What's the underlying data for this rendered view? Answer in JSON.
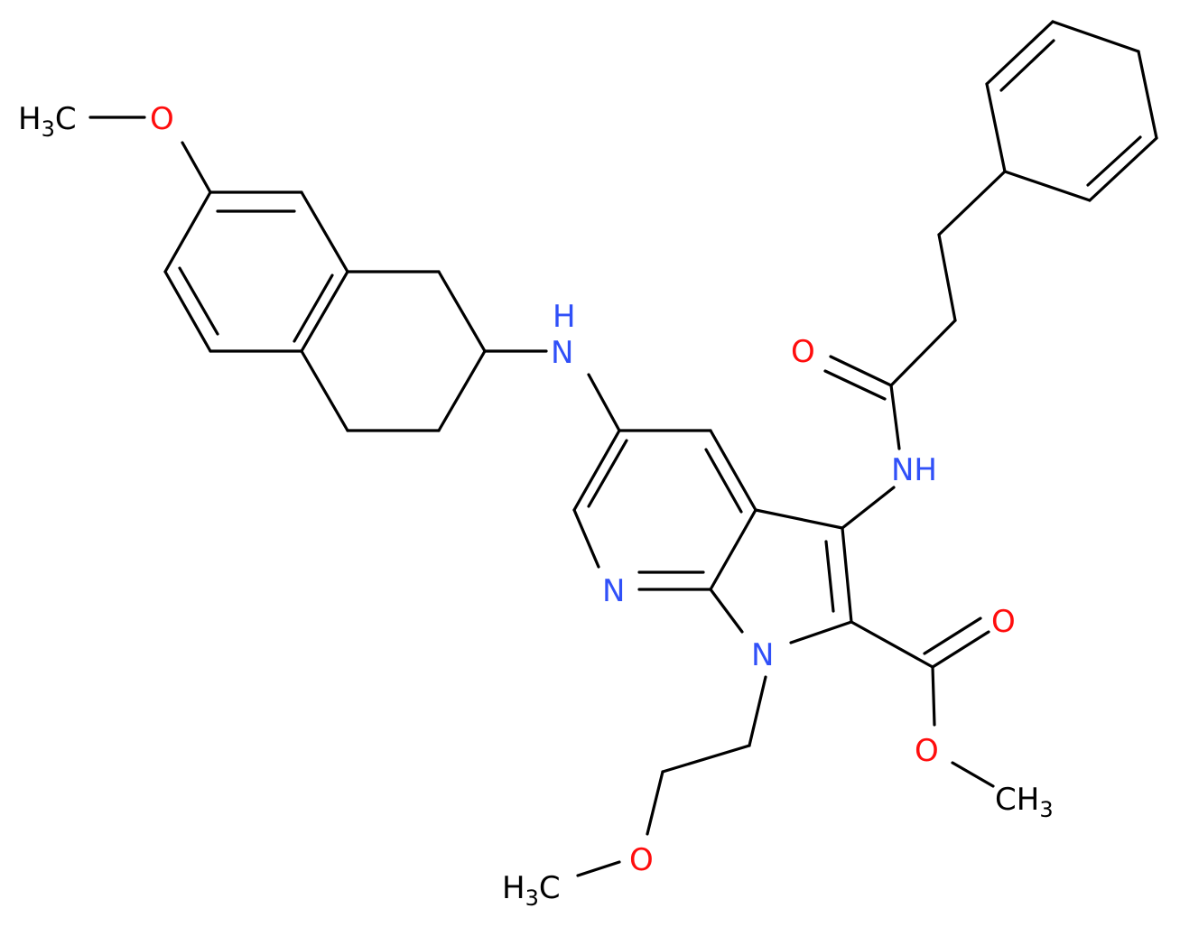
{
  "colors": {
    "bond": "#000000",
    "oxygen": "#ff0d0d",
    "nitrogen": "#3050f8",
    "carbon_label": "#000000"
  },
  "atoms": {
    "o_methoxy_left": "O",
    "ch3_left": {
      "main": "H",
      "sub": "3",
      "tail": "C"
    },
    "nh_amine": "N H",
    "o_amide": "O",
    "nh_amide": "NH",
    "n_pyridine": "N",
    "n_pyrrole": "N",
    "o_ester_carbonyl": "O",
    "o_ester": "O",
    "ch3_ester": {
      "main": "CH",
      "sub": "3"
    },
    "o_ether": "O",
    "ch3_bottom": {
      "main": "H",
      "sub": "3",
      "tail": "C"
    }
  }
}
